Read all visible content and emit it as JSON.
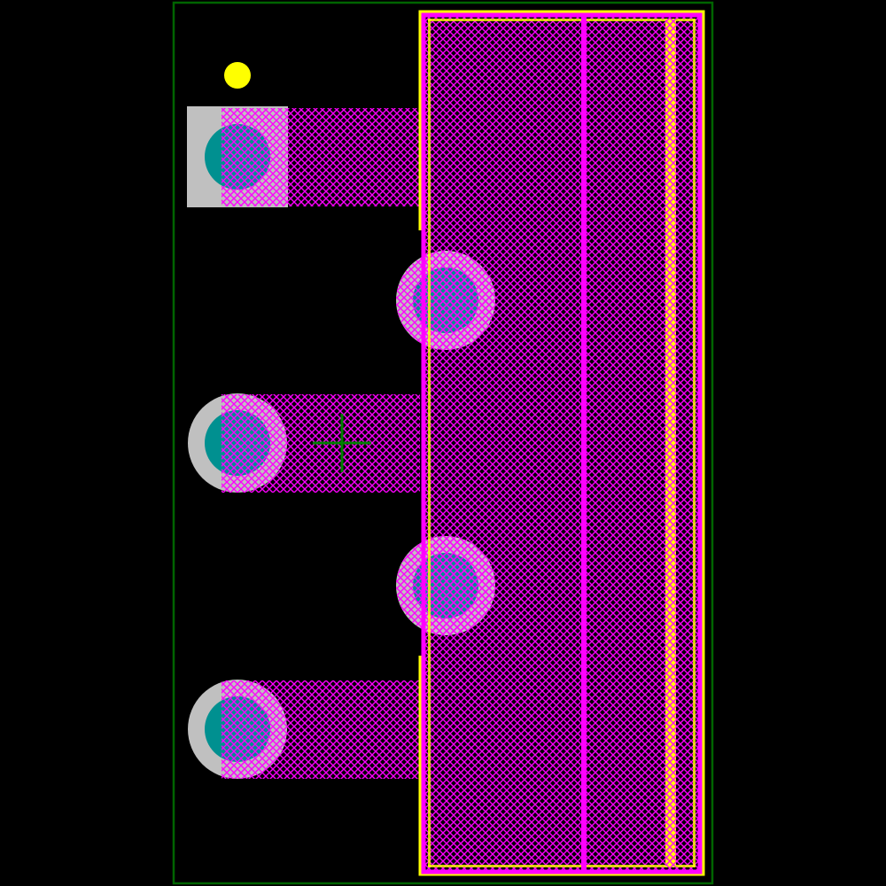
{
  "view": "pcb-footprint",
  "colors": {
    "background": "#000000",
    "board_outline": "#006400",
    "copper_hatch": "#ff00ff",
    "silkscreen": "#ffff00",
    "pad_clearance": "#c0c0c0",
    "drill": "#009090",
    "origin_cross": "#008000"
  },
  "pads": [
    {
      "id": 1,
      "shape": "square"
    },
    {
      "id": 2,
      "shape": "round"
    },
    {
      "id": 3,
      "shape": "round"
    },
    {
      "id": 4,
      "shape": "round"
    },
    {
      "id": 5,
      "shape": "round"
    }
  ],
  "tab_pad": {
    "shape": "rectangle"
  },
  "pin1_marker": {
    "shape": "dot"
  }
}
